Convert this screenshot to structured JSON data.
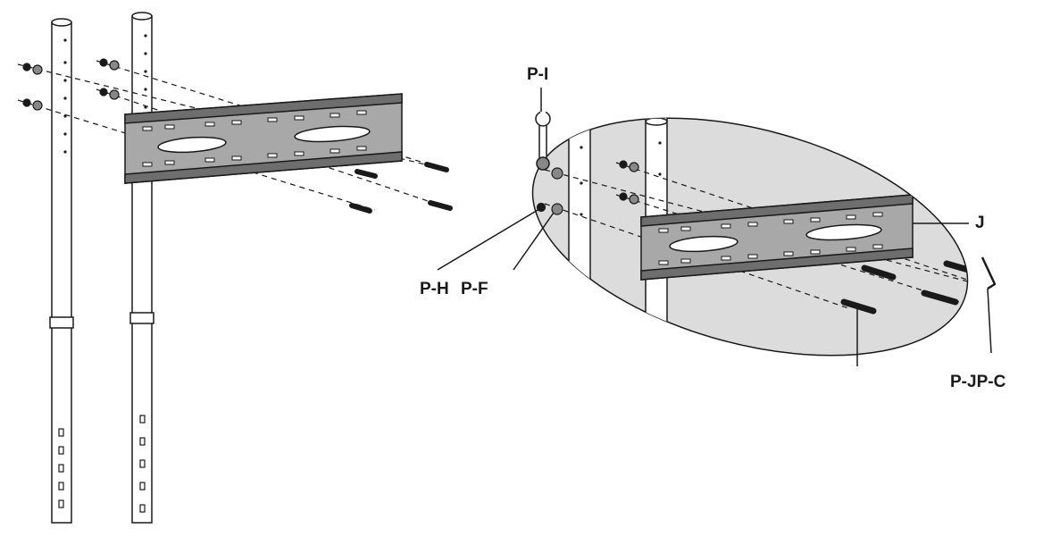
{
  "colors": {
    "ink": "#1a1a1a",
    "bracket_fill": "#a8a8a8",
    "bracket_dark": "#6e6e6e",
    "detail_fill": "#dcdcdc",
    "pole_fill": "#ffffff"
  },
  "callouts": {
    "p_i": "P-I",
    "p_h": "P-H",
    "p_f": "P-F",
    "j": "J",
    "p_jp_c": "P-JP-C"
  }
}
